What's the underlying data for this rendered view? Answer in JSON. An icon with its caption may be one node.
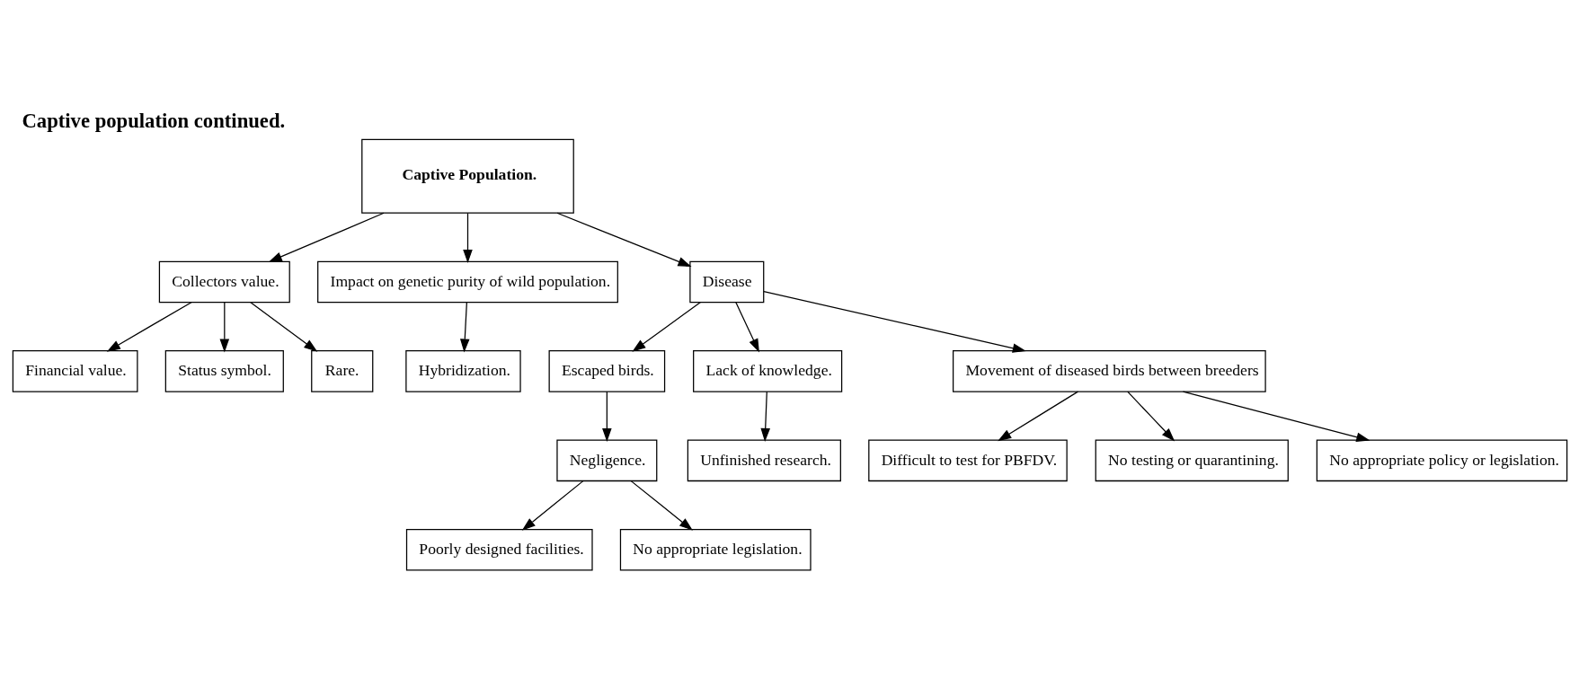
{
  "diagram": {
    "title": "Captive population continued.",
    "nodes": [
      {
        "text": [
          "Captive Population."
        ]
      },
      {
        "text": [
          "Collectors value."
        ]
      },
      {
        "text": [
          "Impact on genetic purity of wild population."
        ]
      },
      {
        "text": [
          "Disease"
        ]
      },
      {
        "text": [
          "Financial value."
        ]
      },
      {
        "text": [
          "Status symbol."
        ]
      },
      {
        "text": [
          "Rare."
        ]
      },
      {
        "text": [
          "Hybridization."
        ]
      },
      {
        "text": [
          "Escaped birds."
        ]
      },
      {
        "text": [
          "Lack of knowledge."
        ]
      },
      {
        "text": [
          "Movement of diseased birds between breeders"
        ]
      },
      {
        "text": [
          "Negligence."
        ]
      },
      {
        "text": [
          "Unfinished research."
        ]
      },
      {
        "text": [
          "Difficult to test for PBFDV."
        ]
      },
      {
        "text": [
          "No testing or quarantining."
        ]
      },
      {
        "text": [
          "No appropriate policy or legislation."
        ]
      },
      {
        "text": [
          "Poorly designed facilities."
        ]
      },
      {
        "text": [
          "No appropriate legislation."
        ]
      }
    ],
    "edges": [
      {
        "from": 0,
        "to": 1,
        "arrow": "to"
      },
      {
        "from": 0,
        "to": 2,
        "arrow": "to"
      },
      {
        "from": 0,
        "to": 3,
        "arrow": "to"
      },
      {
        "from": 1,
        "to": 4,
        "arrow": "to"
      },
      {
        "from": 1,
        "to": 5,
        "arrow": "to"
      },
      {
        "from": 1,
        "to": 6,
        "arrow": "to"
      },
      {
        "from": 2,
        "to": 7,
        "arrow": "to"
      },
      {
        "from": 3,
        "to": 8,
        "arrow": "to"
      },
      {
        "from": 3,
        "to": 9,
        "arrow": "to"
      },
      {
        "from": 3,
        "to": 10,
        "arrow": "to"
      },
      {
        "from": 8,
        "to": 11,
        "arrow": "to"
      },
      {
        "from": 9,
        "to": 12,
        "arrow": "to"
      },
      {
        "from": 10,
        "to": 13,
        "arrow": "to"
      },
      {
        "from": 10,
        "to": 14,
        "arrow": "to"
      },
      {
        "from": 10,
        "to": 15,
        "arrow": "to"
      },
      {
        "from": 11,
        "to": 16,
        "arrow": "to"
      },
      {
        "from": 11,
        "to": 17,
        "arrow": "to"
      }
    ]
  }
}
